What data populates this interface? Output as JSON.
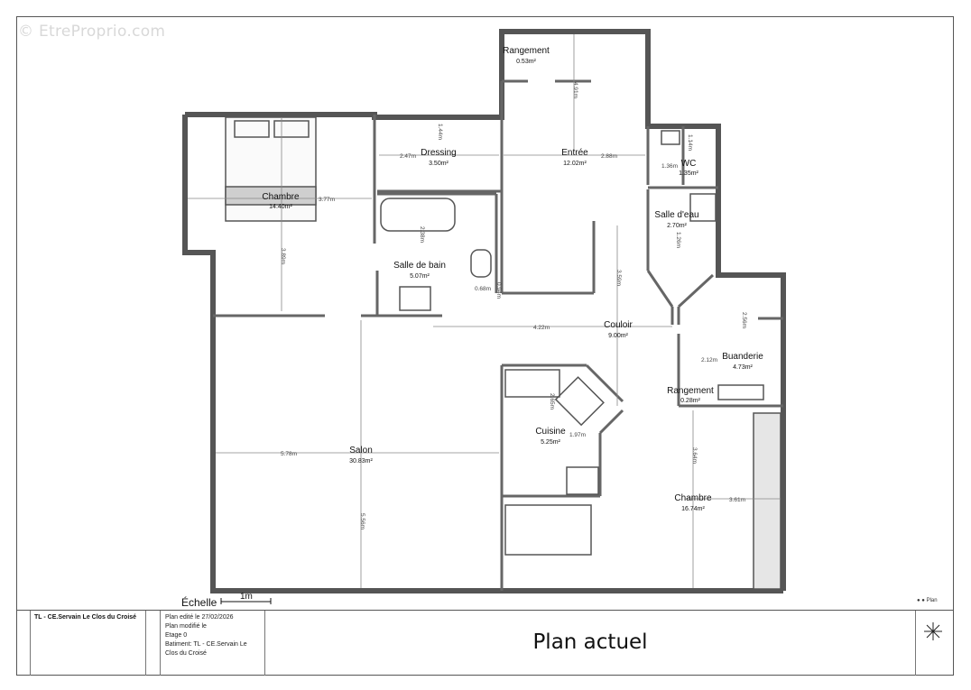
{
  "watermark": "© EtreProprio.com",
  "rooms": [
    {
      "name": "Rangement",
      "area": "0.53m²"
    },
    {
      "name": "Entrée",
      "area": "12.02m²"
    },
    {
      "name": "Dressing",
      "area": "3.50m²"
    },
    {
      "name": "WC",
      "area": "1.35m²"
    },
    {
      "name": "Chambre",
      "area": "14.40m²"
    },
    {
      "name": "Salle d'eau",
      "area": "2.70m²"
    },
    {
      "name": "Salle de bain",
      "area": "5.07m²"
    },
    {
      "name": "Couloir",
      "area": "9.00m²"
    },
    {
      "name": "Buanderie",
      "area": "4.73m²"
    },
    {
      "name": "Rangement",
      "area": "0.28m²"
    },
    {
      "name": "Cuisine",
      "area": "5.25m²"
    },
    {
      "name": "Salon",
      "area": "30.83m²"
    },
    {
      "name": "Chambre",
      "area": "16.74m²"
    }
  ],
  "dimensions": [
    "4.91m",
    "2.47m",
    "1.44m",
    "2.88m",
    "1.36m",
    "1.14m",
    "3.77m",
    "3.89m",
    "2.38m",
    "0.68m",
    "0.94m",
    "1.26m",
    "3.59m",
    "4.22m",
    "2.56m",
    "2.12m",
    "2.65m",
    "1.97m",
    "5.78m",
    "5.56m",
    "3.64m",
    "3.61m"
  ],
  "scale": {
    "label": "Échelle",
    "unit": "1m"
  },
  "titleblock": {
    "project": "TL - CE.Servain Le Clos du Croisé",
    "meta": [
      "Plan edité le 27/02/2026",
      "Plan modifié le",
      "Etage 0",
      "Batiment: TL - CE.Servain Le",
      "Clos du Croisé"
    ],
    "title": "Plan actuel"
  },
  "brand": "● ● Plan"
}
